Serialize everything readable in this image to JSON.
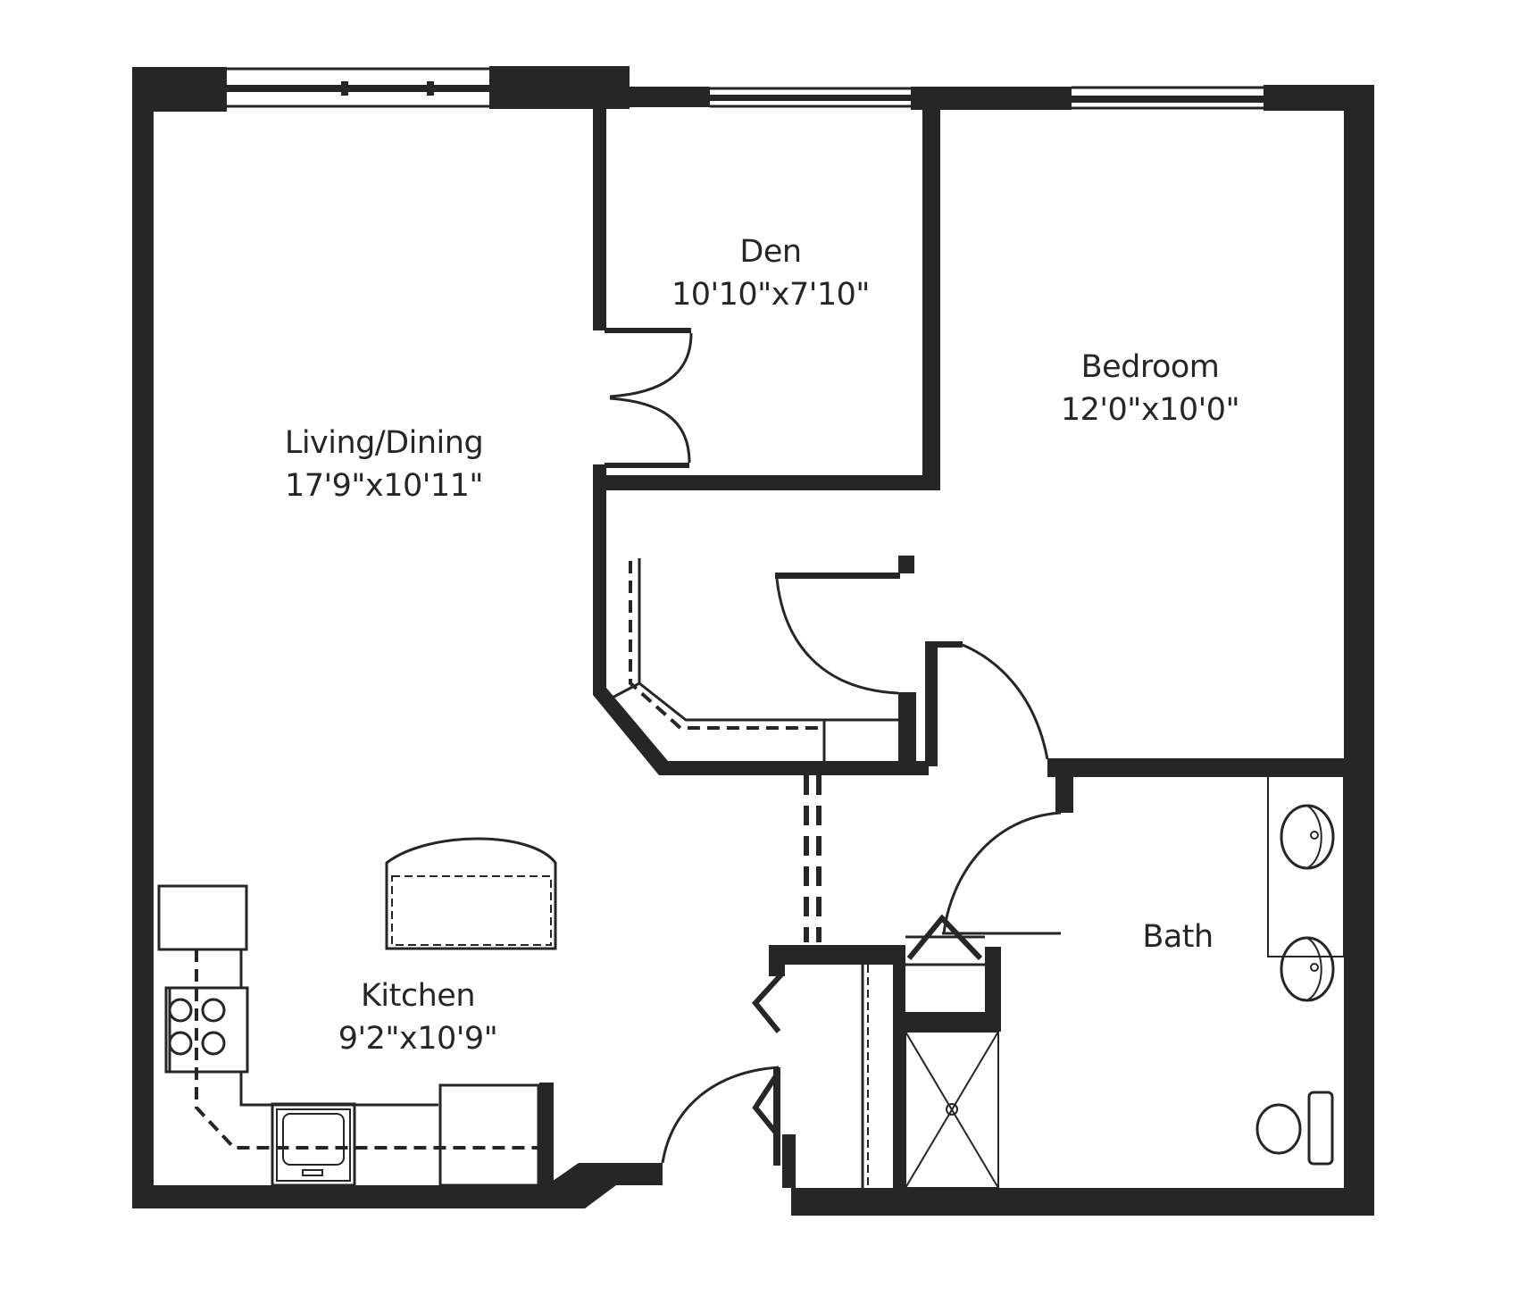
{
  "floorplan": {
    "rooms": [
      {
        "id": "living-dining",
        "name": "Living/Dining",
        "dimensions": "17'9\"x10'11\""
      },
      {
        "id": "den",
        "name": "Den",
        "dimensions": "10'10\"x7'10\""
      },
      {
        "id": "bedroom",
        "name": "Bedroom",
        "dimensions": "12'0\"x10'0\""
      },
      {
        "id": "kitchen",
        "name": "Kitchen",
        "dimensions": "9'2\"x10'9\""
      },
      {
        "id": "bath",
        "name": "Bath",
        "dimensions": ""
      }
    ],
    "colors": {
      "wall": "#262626",
      "background": "#ffffff"
    }
  }
}
